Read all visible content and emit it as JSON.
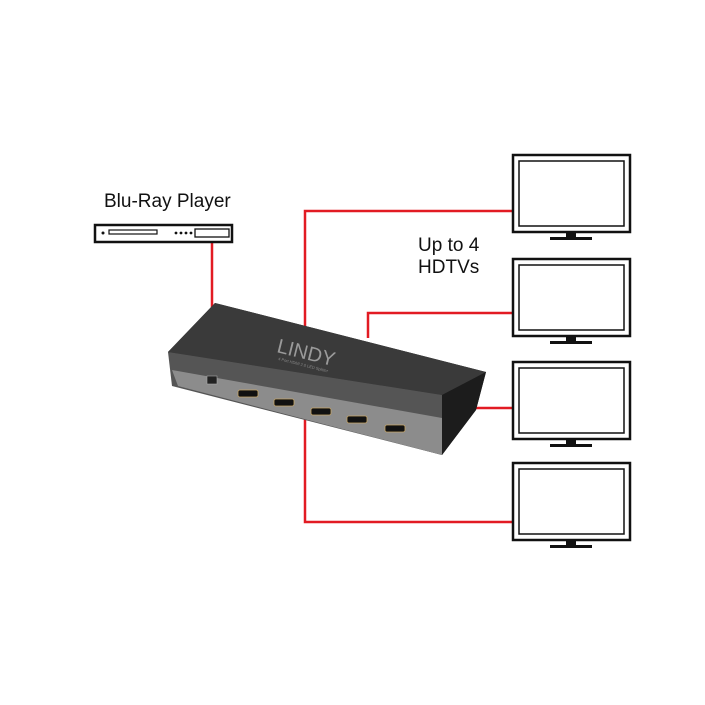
{
  "source": {
    "label": "Blu-Ray Player"
  },
  "targets": {
    "label_line1": "Up to 4",
    "label_line2": "HDTVs",
    "count": 4
  },
  "device": {
    "brand": "LINDY",
    "model": "4 Port HDMI 2.0 LED Splitter"
  },
  "colors": {
    "cable": "#e21b23",
    "device": "#2c2c2c",
    "outline": "#111111"
  }
}
